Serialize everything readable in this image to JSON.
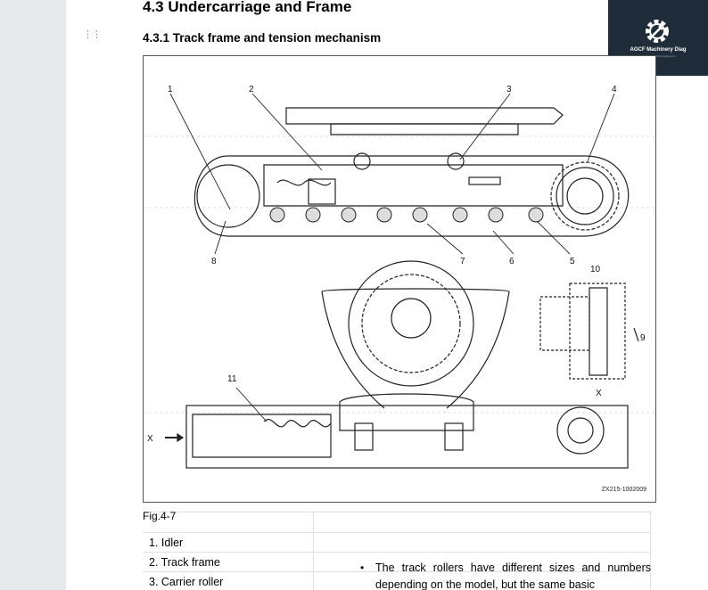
{
  "header": {
    "section_title": "4.3 Undercarriage and Frame",
    "subsection_title": "4.3.1 Track frame and tension mechanism"
  },
  "logo": {
    "name": "AGCF Machinery Diag",
    "subtitle": "www.agcfmachinerydiag.com"
  },
  "figure": {
    "code": "ZX215-1002009",
    "caption": "Fig.4-7",
    "callouts": [
      "1",
      "2",
      "3",
      "4",
      "5",
      "6",
      "7",
      "8",
      "9",
      "10",
      "11",
      "X",
      "X"
    ]
  },
  "legend": {
    "items": [
      "1. Idler",
      "2. Track frame",
      "3. Carrier roller"
    ]
  },
  "note": {
    "text": "The track rollers have different sizes and numbers depending on the model, but the same basic"
  },
  "colors": {
    "sidebar": "#e7eaed",
    "logo_bg": "#1f2d3a"
  }
}
